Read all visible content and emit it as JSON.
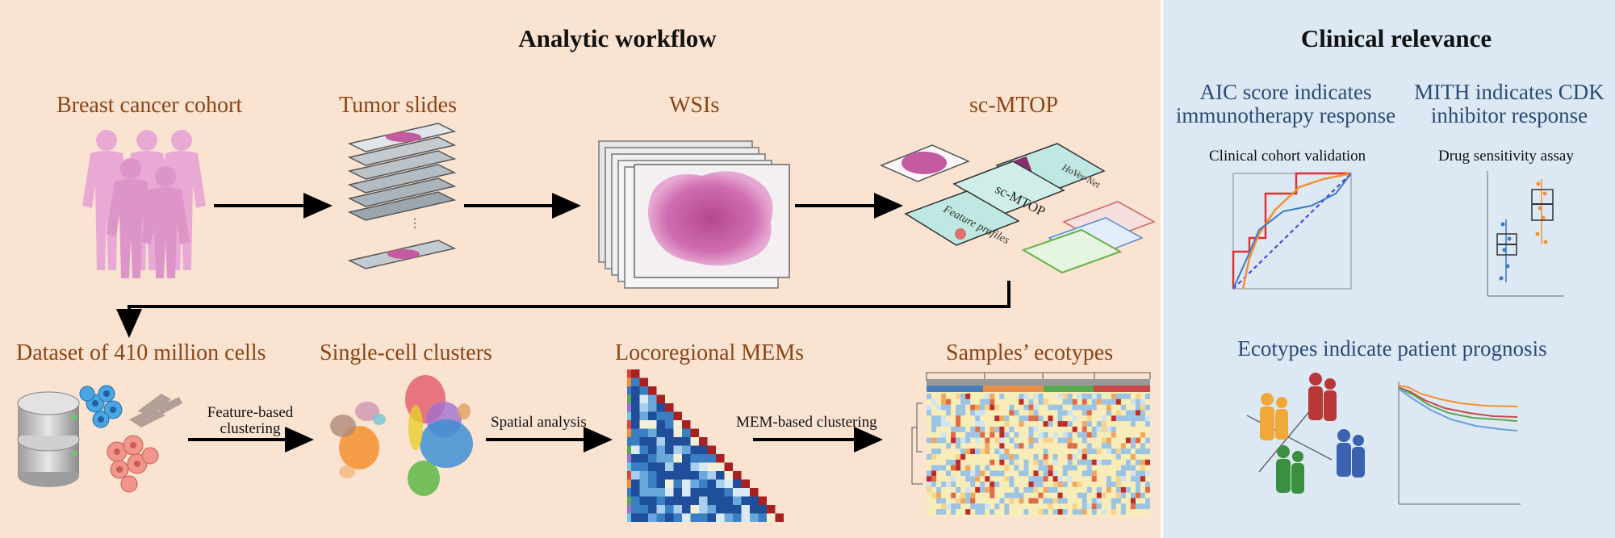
{
  "workflow": {
    "title": "Analytic workflow",
    "stages": {
      "cohort": "Breast cancer cohort",
      "slides": "Tumor slides",
      "wsis": "WSIs",
      "scmtop": "sc-MTOP",
      "dataset": "Dataset of 410 million cells",
      "clusters": "Single-cell clusters",
      "mems": "Locoregional MEMs",
      "ecotypes": "Samples’ ecotypes"
    },
    "steps": {
      "feature_line1": "Feature-based",
      "feature_line2": "clustering",
      "spatial": "Spatial analysis",
      "mem": "MEM-based clustering"
    },
    "scmtop_card_texts": {
      "hovernet": "HoVer-Net",
      "title": "sc-MTOP",
      "feature": "Feature profiles"
    }
  },
  "clinical": {
    "title": "Clinical relevance",
    "aic_line1": "AIC score indicates",
    "aic_line2": "immunotherapy response",
    "mith_line1": "MITH indicates CDK",
    "mith_line2": "inhibitor response",
    "cohort_validation": "Clinical cohort validation",
    "drug_assay": "Drug sensitivity assay",
    "prognosis": "Ecotypes indicate patient prognosis"
  },
  "colors": {
    "left_bg": "#fbe3d2",
    "right_bg": "#dce8f3",
    "stage_text": "#8b4513",
    "clinical_text": "#2c4a78"
  }
}
